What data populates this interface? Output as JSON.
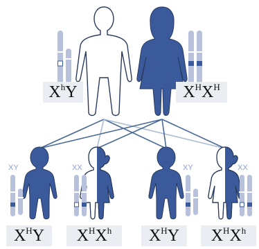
{
  "colors": {
    "affected": "#3a5a9c",
    "carrier_light": "#ffffff",
    "outline": "#2a3a5c",
    "chromosome": "#b7c1dc",
    "chromosome_band": "#3a5a9c",
    "line": "#4a6a98",
    "line_faint": "#a9bcd3",
    "label_bg": "#eaeef2"
  },
  "parents": [
    {
      "id": "father",
      "genotype": {
        "x": "X",
        "xsup": "h",
        "y": "Y",
        "ysup": ""
      }
    },
    {
      "id": "mother",
      "genotype": {
        "x": "X",
        "xsup": "H",
        "y": "X",
        "ysup": "H"
      }
    }
  ],
  "children": [
    {
      "id": "son-1",
      "sex_letters": "XY",
      "genotype": {
        "x": "X",
        "xsup": "H",
        "y": "Y",
        "ysup": ""
      }
    },
    {
      "id": "daughter-1",
      "sex_letters": "XX",
      "genotype": {
        "x": "X",
        "xsup": "H",
        "y": "X",
        "ysup": "h"
      }
    },
    {
      "id": "son-2",
      "sex_letters": "XY",
      "genotype": {
        "x": "X",
        "xsup": "H",
        "y": "Y",
        "ysup": ""
      }
    },
    {
      "id": "daughter-2",
      "sex_letters": "XX",
      "genotype": {
        "x": "X",
        "xsup": "H",
        "y": "X",
        "ysup": "h"
      }
    }
  ]
}
